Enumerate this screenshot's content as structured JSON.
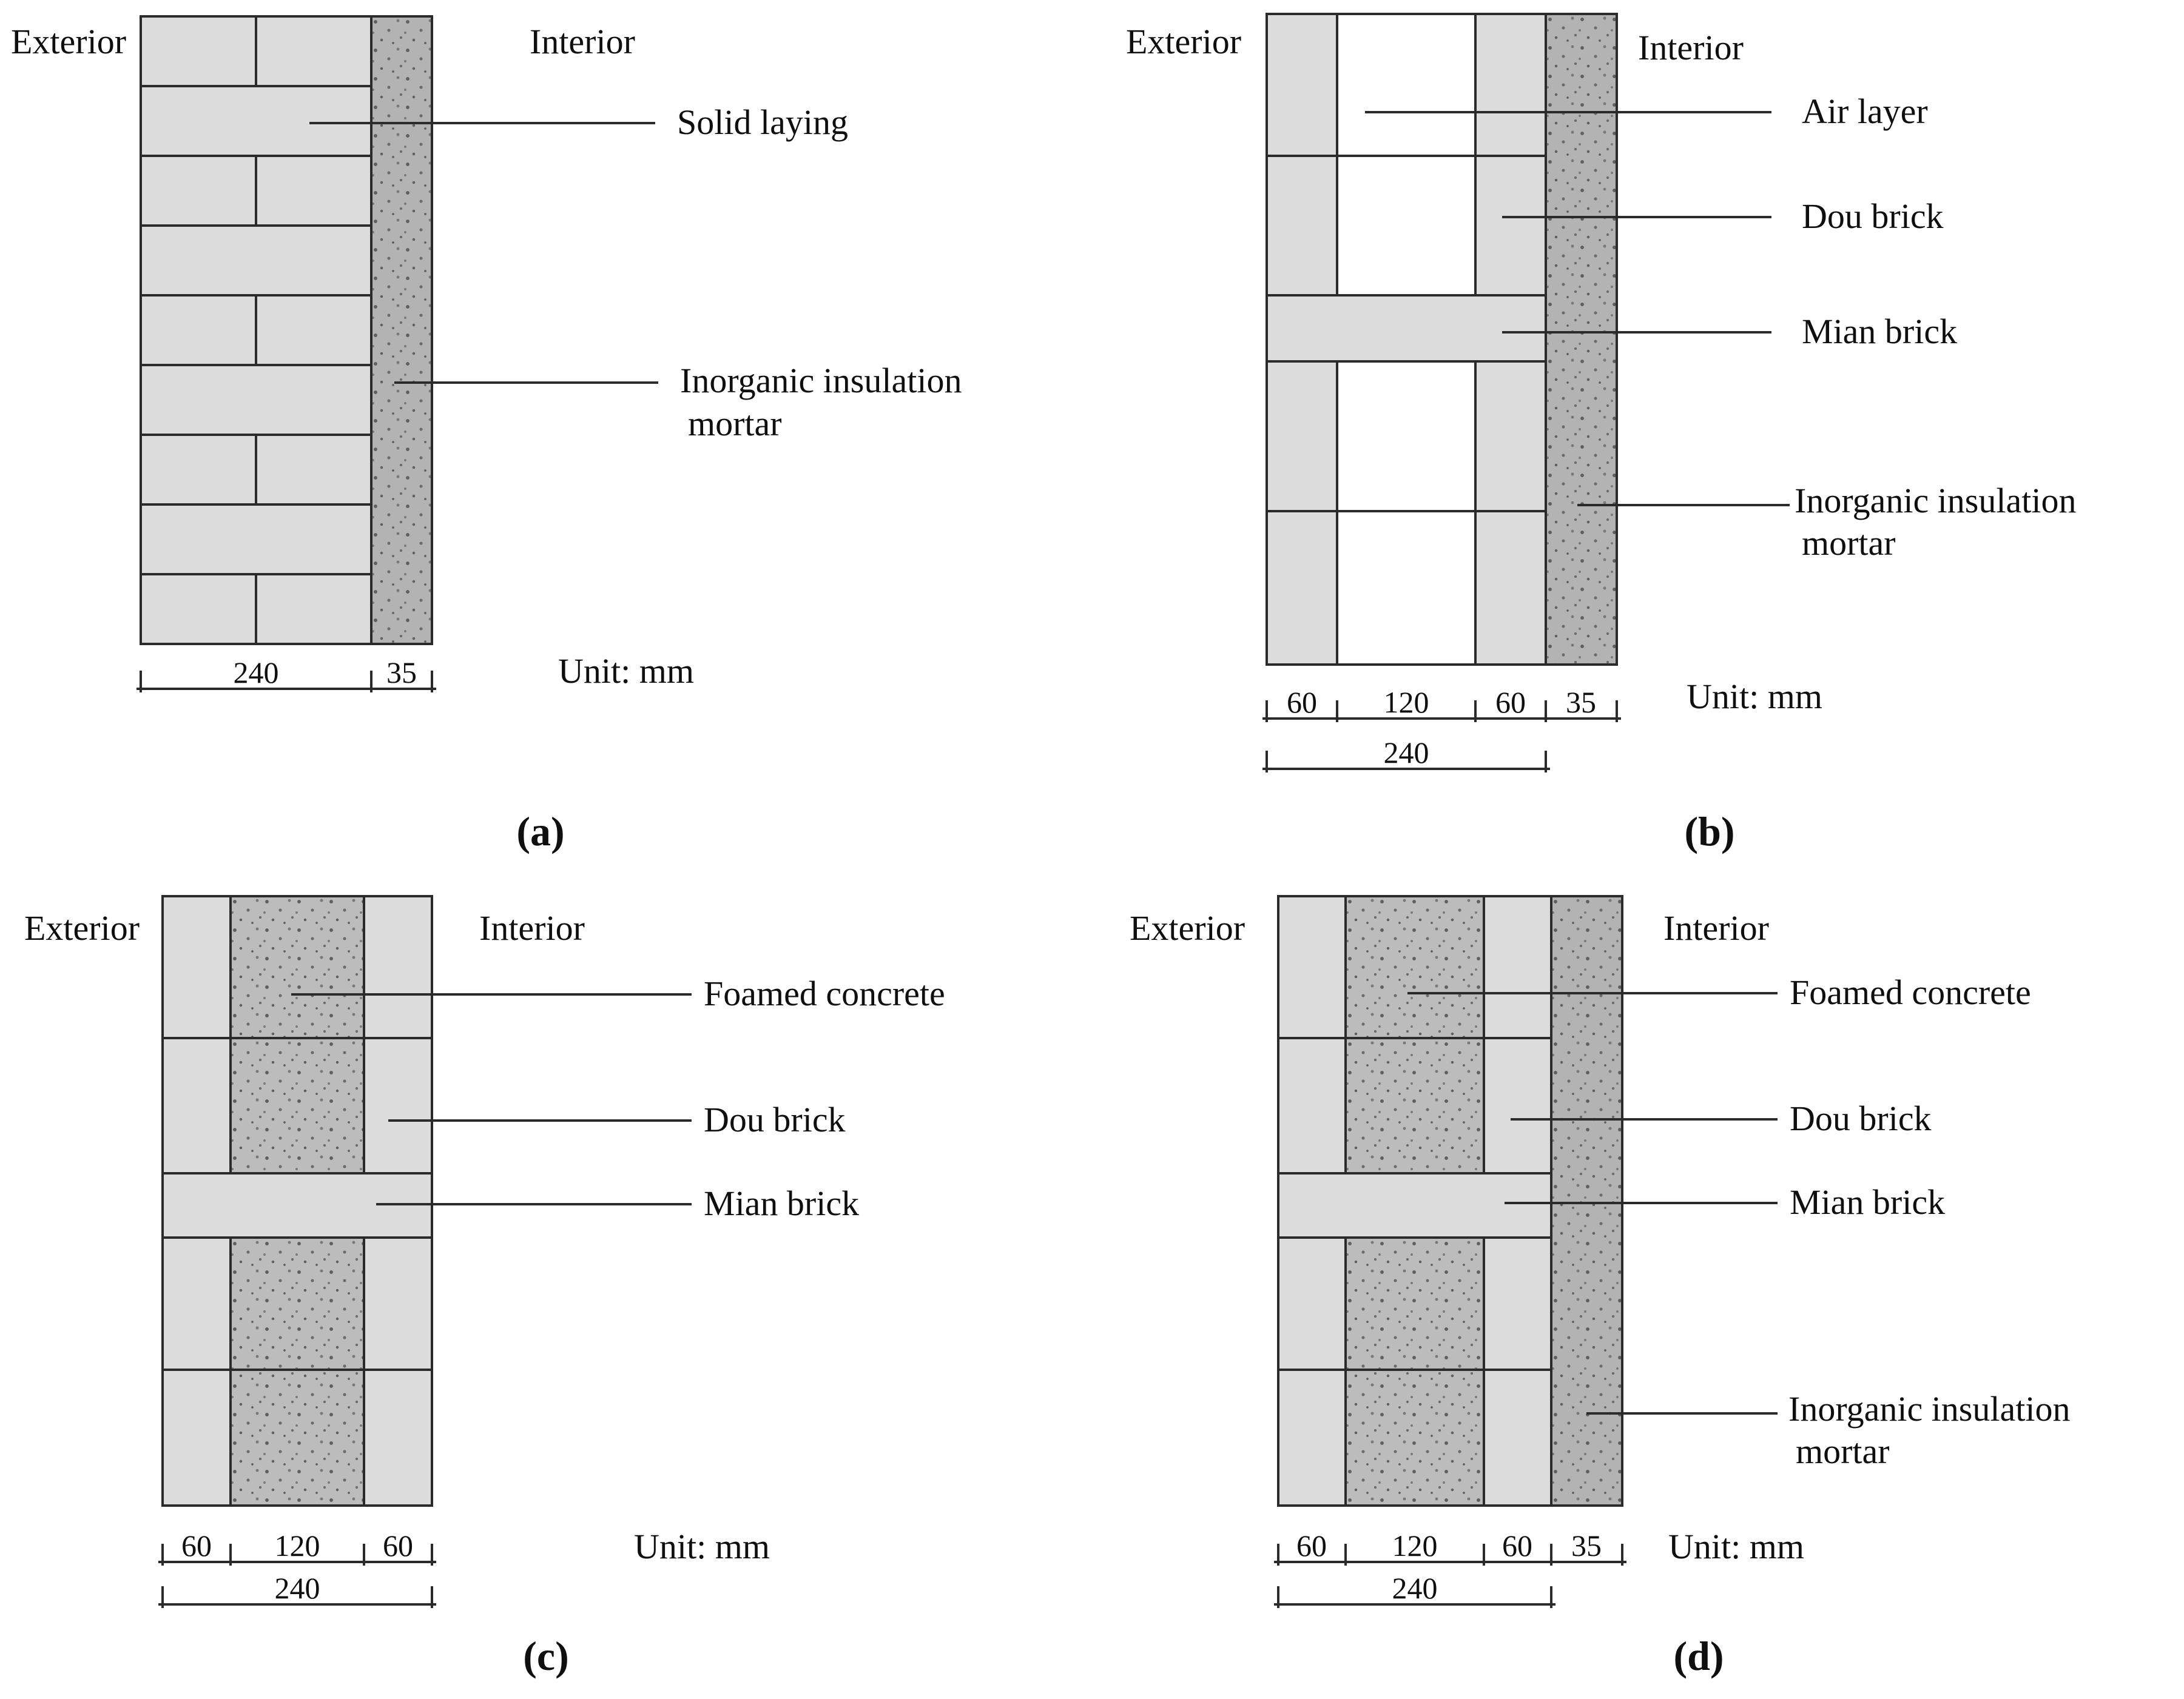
{
  "figure": {
    "unit_label": "Unit: mm",
    "colors": {
      "line": "#2b2b2b",
      "brick_fill": "#dcdcdc",
      "air_fill": "#ffffff",
      "foamed_concrete_fill": "#bcbcbc",
      "mortar_fill": "#b3b3b3",
      "speckle": "#5f5f5f",
      "text": "#0f0f0f",
      "background": "#ffffff"
    },
    "diagrams": [
      {
        "id": "a",
        "caption": "(a)",
        "exterior_label": "Exterior",
        "interior_label": "Interior",
        "wall_type": "solid laying brick wall with interior insulation mortar",
        "annotations": [
          {
            "lines": [
              "Solid laying"
            ]
          },
          {
            "lines": [
              "Inorganic insulation",
              "mortar"
            ]
          }
        ],
        "dimensions": {
          "segments": [
            "240",
            "35"
          ],
          "total": ""
        }
      },
      {
        "id": "b",
        "caption": "(b)",
        "exterior_label": "Exterior",
        "interior_label": "Interior",
        "wall_type": "cavity brick wall with air layer and interior insulation mortar",
        "annotations": [
          {
            "lines": [
              "Air layer"
            ]
          },
          {
            "lines": [
              "Dou brick"
            ]
          },
          {
            "lines": [
              "Mian brick"
            ]
          },
          {
            "lines": [
              "Inorganic insulation",
              "mortar"
            ]
          }
        ],
        "dimensions": {
          "segments": [
            "60",
            "120",
            "60",
            "35"
          ],
          "total": "240"
        }
      },
      {
        "id": "c",
        "caption": "(c)",
        "exterior_label": "Exterior",
        "interior_label": "Interior",
        "wall_type": "cavity brick wall filled with foamed concrete",
        "annotations": [
          {
            "lines": [
              "Foamed concrete"
            ]
          },
          {
            "lines": [
              "Dou brick"
            ]
          },
          {
            "lines": [
              "Mian brick"
            ]
          }
        ],
        "dimensions": {
          "segments": [
            "60",
            "120",
            "60"
          ],
          "total": "240"
        }
      },
      {
        "id": "d",
        "caption": "(d)",
        "exterior_label": "Exterior",
        "interior_label": "Interior",
        "wall_type": "cavity brick wall filled with foamed concrete plus interior insulation mortar",
        "annotations": [
          {
            "lines": [
              "Foamed concrete"
            ]
          },
          {
            "lines": [
              "Dou brick"
            ]
          },
          {
            "lines": [
              "Mian brick"
            ]
          },
          {
            "lines": [
              "Inorganic insulation",
              "mortar"
            ]
          }
        ],
        "dimensions": {
          "segments": [
            "60",
            "120",
            "60",
            "35"
          ],
          "total": "240"
        }
      }
    ]
  }
}
